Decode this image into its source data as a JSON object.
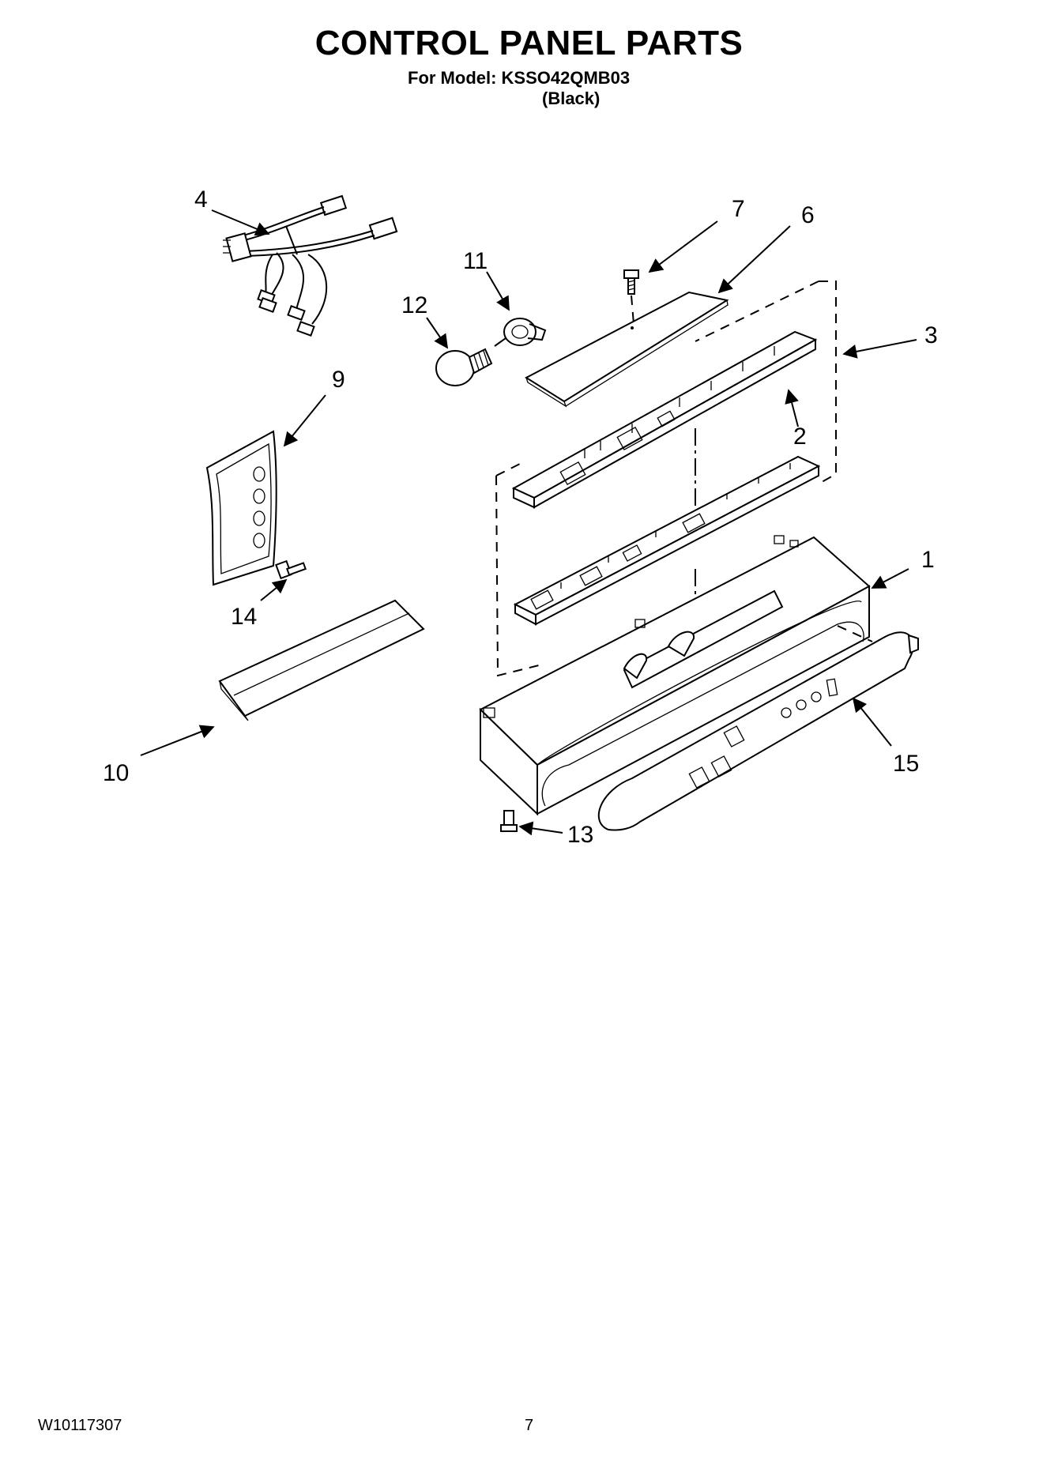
{
  "header": {
    "title": "CONTROL PANEL PARTS",
    "model_line": "For Model: KSSO42QMB03",
    "color_line": "(Black)"
  },
  "footer": {
    "doc_number": "W10117307",
    "page_number": "7"
  },
  "callouts": [
    "1",
    "2",
    "3",
    "4",
    "6",
    "7",
    "9",
    "10",
    "11",
    "12",
    "13",
    "14",
    "15"
  ]
}
